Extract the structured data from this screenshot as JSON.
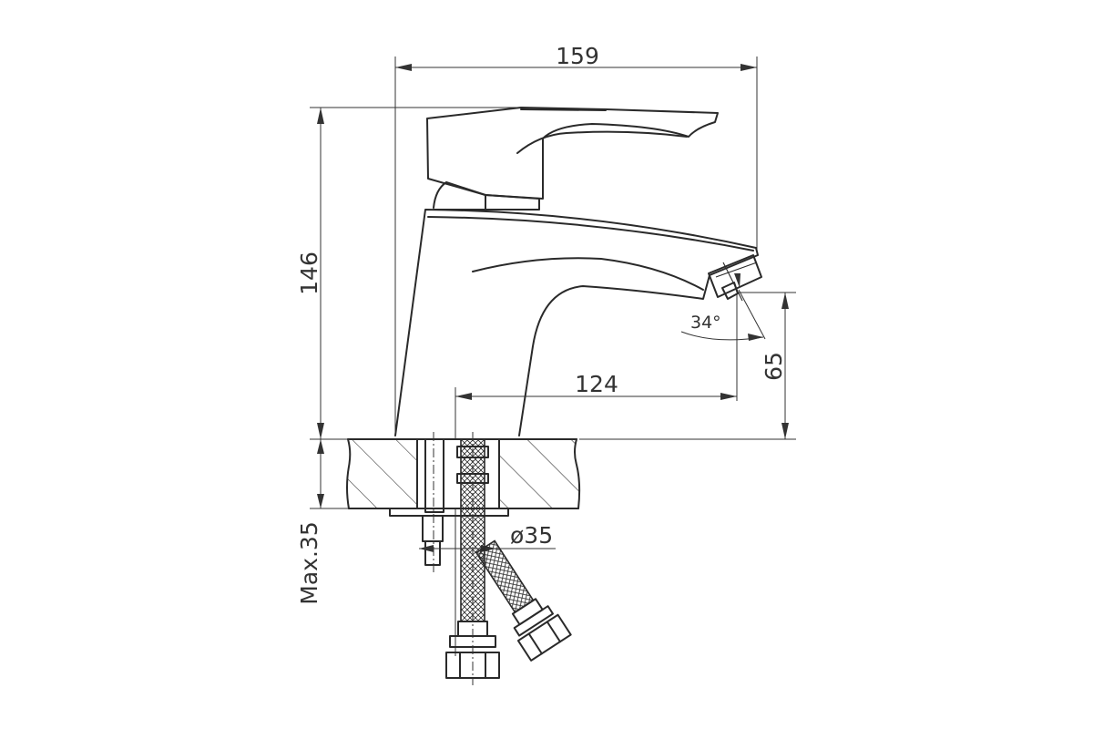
{
  "dimensions": {
    "width_overall": "159",
    "height_overall": "146",
    "spout_reach": "124",
    "spout_height": "65",
    "aerator_angle": "34°",
    "hole_diameter": "ø35",
    "max_deck_thickness": "Max.35"
  },
  "colors": {
    "line": "#2a2a2a",
    "dimension": "#333333",
    "background": "#ffffff"
  }
}
